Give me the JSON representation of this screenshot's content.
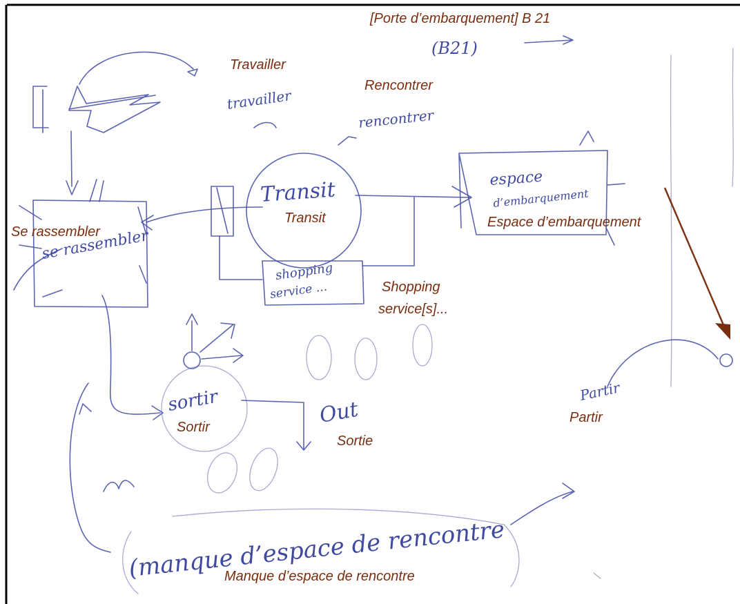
{
  "labels": {
    "gate": "[Porte d’embarquement] B 21",
    "work": "Travailler",
    "meet": "Rencontrer",
    "gather": "Se rassembler",
    "transit": "Transit",
    "boarding": "Espace d’embarquement",
    "shopping_line1": "Shopping",
    "shopping_line2": "service[s]...",
    "exit_place": "Sortir",
    "exit": "Sortie",
    "leave": "Partir",
    "lack": "Manque d’espace de rencontre"
  },
  "handwriting": {
    "gate_code": "(B21)",
    "work": "travailler",
    "meet": "rencontrer",
    "transit": "Transit",
    "boarding_line1": "espace",
    "boarding_line2": "d’embarquement",
    "gather": "se rassembler",
    "shopping_line1": "shopping",
    "shopping_line2": "service ...",
    "exit_place": "sortir",
    "exit": "Out",
    "leave": "Partir",
    "lack": "(manque d’espace de rencontre"
  },
  "colors": {
    "ink": "#4a53a8",
    "label": "#7a2e10",
    "frame": "#000000"
  }
}
